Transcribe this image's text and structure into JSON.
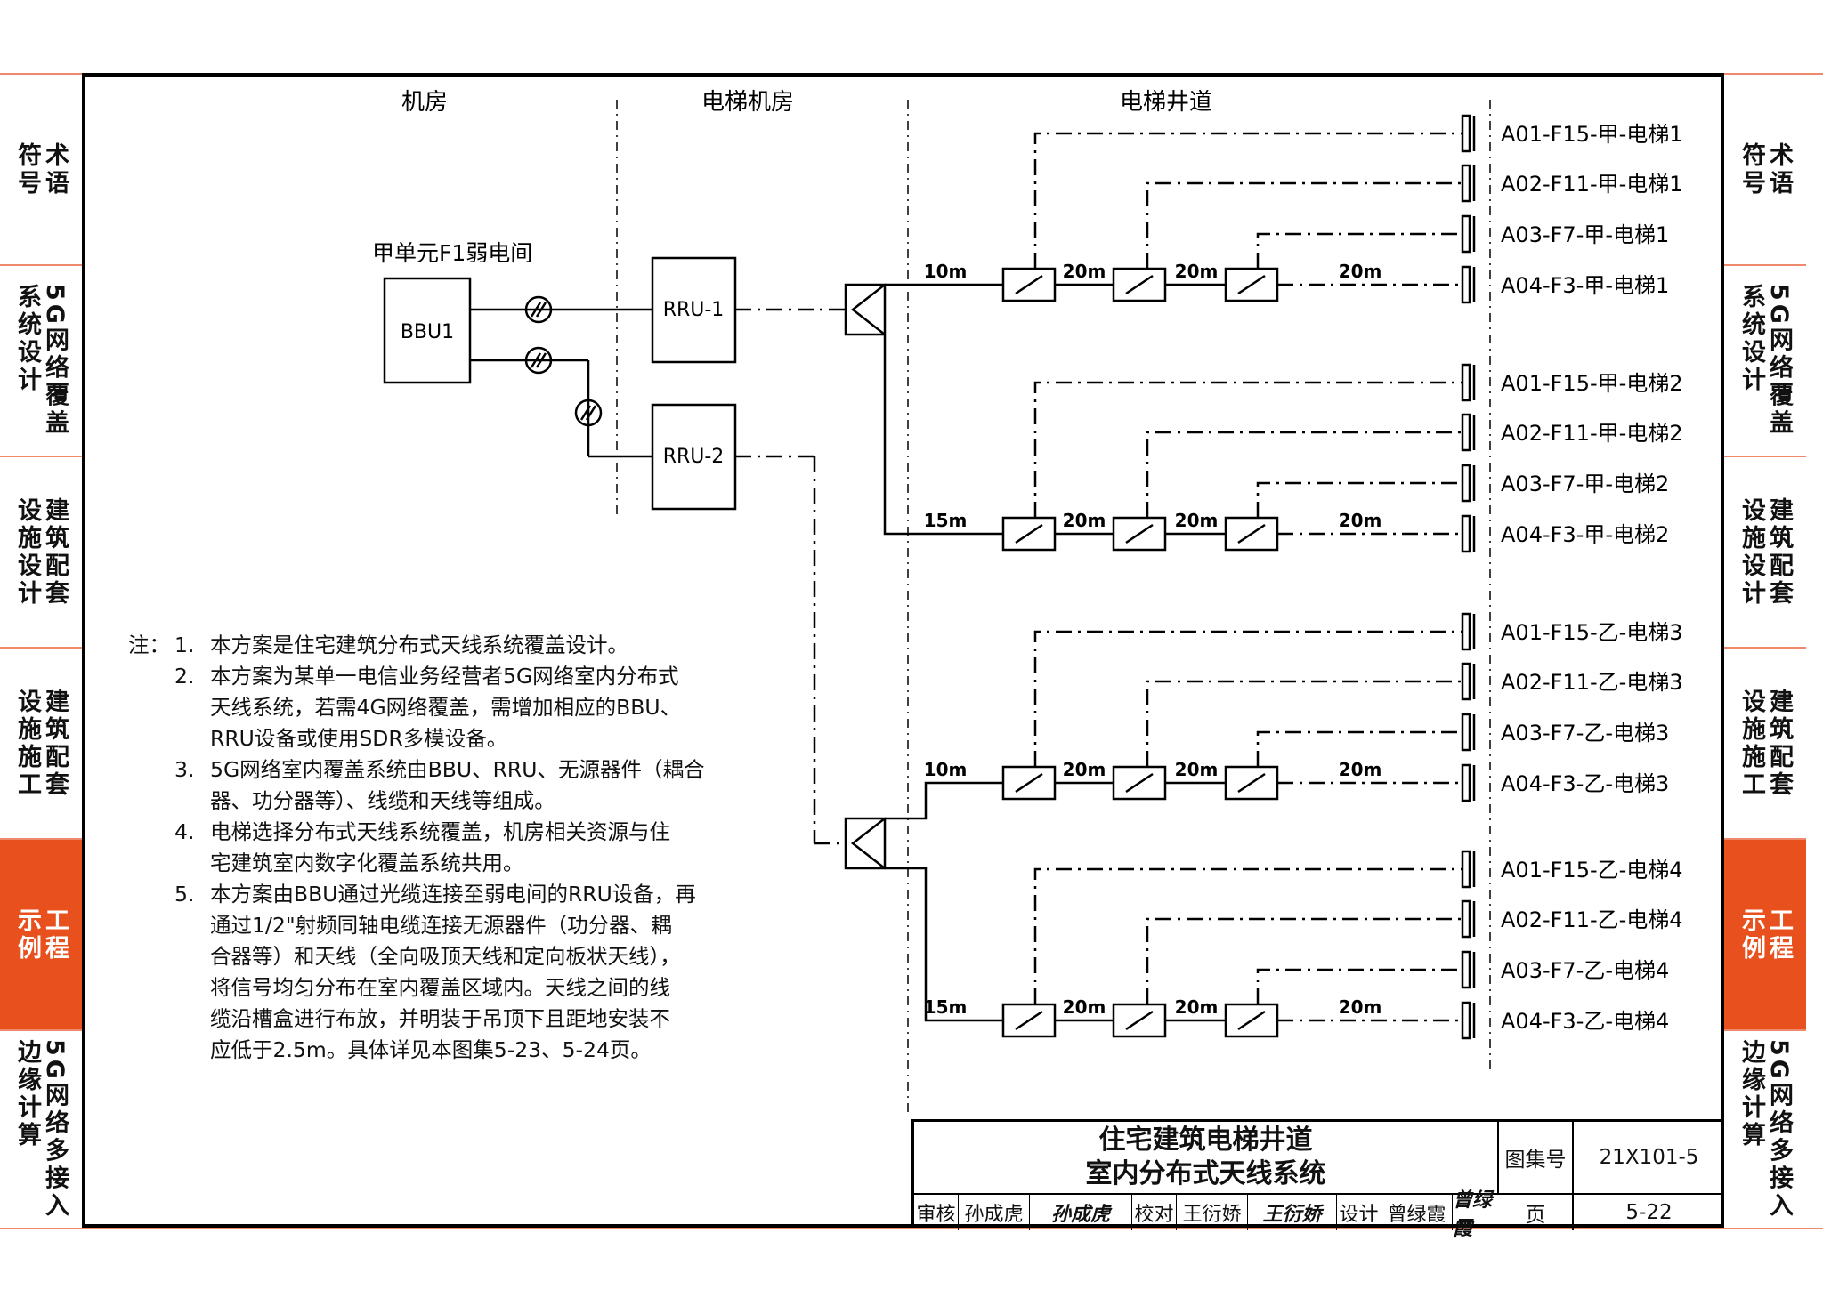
{
  "sidebar_left": [
    {
      "cols": [
        "术语",
        "符号"
      ],
      "active": false
    },
    {
      "cols": [
        "5G网络覆盖",
        "系统设计"
      ],
      "active": false
    },
    {
      "cols": [
        "建筑配套",
        "设施设计"
      ],
      "active": false
    },
    {
      "cols": [
        "建筑配套",
        "设施施工"
      ],
      "active": false
    },
    {
      "cols": [
        "工程",
        "示例"
      ],
      "active": true
    },
    {
      "cols": [
        "5G网络多接入",
        "边缘计算"
      ],
      "active": false
    }
  ],
  "sidebar_right": [
    {
      "cols": [
        "术语",
        "符号"
      ],
      "active": false
    },
    {
      "cols": [
        "5G网络覆盖",
        "系统设计"
      ],
      "active": false
    },
    {
      "cols": [
        "建筑配套",
        "设施设计"
      ],
      "active": false
    },
    {
      "cols": [
        "建筑配套",
        "设施施工"
      ],
      "active": false
    },
    {
      "cols": [
        "工程",
        "示例"
      ],
      "active": true
    },
    {
      "cols": [
        "5G网络多接入",
        "边缘计算"
      ],
      "active": false
    }
  ],
  "diagram": {
    "zones": {
      "machine_room": "机房",
      "elevator_machine_room": "电梯机房",
      "elevator_shaft": "电梯井道"
    },
    "weak_room_label": "甲单元F1弱电间",
    "bbu": "BBU1",
    "rru1": "RRU-1",
    "rru2": "RRU-2",
    "groups": [
      {
        "first": "10m",
        "spans": [
          "20m",
          "20m",
          "20m"
        ],
        "antennas": [
          "A01-F15-甲-电梯1",
          "A02-F11-甲-电梯1",
          "A03-F7-甲-电梯1",
          "A04-F3-甲-电梯1"
        ]
      },
      {
        "first": "15m",
        "spans": [
          "20m",
          "20m",
          "20m"
        ],
        "antennas": [
          "A01-F15-甲-电梯2",
          "A02-F11-甲-电梯2",
          "A03-F7-甲-电梯2",
          "A04-F3-甲-电梯2"
        ]
      },
      {
        "first": "10m",
        "spans": [
          "20m",
          "20m",
          "20m"
        ],
        "antennas": [
          "A01-F15-乙-电梯3",
          "A02-F11-乙-电梯3",
          "A03-F7-乙-电梯3",
          "A04-F3-乙-电梯3"
        ]
      },
      {
        "first": "15m",
        "spans": [
          "20m",
          "20m",
          "20m"
        ],
        "antennas": [
          "A01-F15-乙-电梯4",
          "A02-F11-乙-电梯4",
          "A03-F7-乙-电梯4",
          "A04-F3-乙-电梯4"
        ]
      }
    ]
  },
  "notes": {
    "label": "注：",
    "items": [
      {
        "num": "1.",
        "lines": [
          "本方案是住宅建筑分布式天线系统覆盖设计。"
        ]
      },
      {
        "num": "2.",
        "lines": [
          "本方案为某单一电信业务经营者5G网络室内分布式",
          "天线系统，若需4G网络覆盖，需增加相应的BBU、",
          "RRU设备或使用SDR多模设备。"
        ]
      },
      {
        "num": "3.",
        "lines": [
          "5G网络室内覆盖系统由BBU、RRU、无源器件（耦合",
          "器、功分器等）、线缆和天线等组成。"
        ]
      },
      {
        "num": "4.",
        "lines": [
          "电梯选择分布式天线系统覆盖，机房相关资源与住",
          "宅建筑室内数字化覆盖系统共用。"
        ]
      },
      {
        "num": "5.",
        "lines": [
          "本方案由BBU通过光缆连接至弱电间的RRU设备，再",
          "通过1/2\"射频同轴电缆连接无源器件（功分器、耦",
          "合器等）和天线（全向吸顶天线和定向板状天线），",
          "将信号均匀分布在室内覆盖区域内。天线之间的线",
          "缆沿槽盒进行布放，并明装于吊顶下且距地安装不",
          "应低于2.5m。具体详见本图集5-23、5-24页。"
        ]
      }
    ]
  },
  "title_block": {
    "title_line1": "住宅建筑电梯井道",
    "title_line2": "室内分布式天线系统",
    "atlas_label": "图集号",
    "atlas_no": "21X101-5",
    "page_label": "页",
    "page_no": "5-22",
    "review_label": "审核",
    "reviewer": "孙成虎",
    "reviewer_sig": "孙成虎",
    "check_label": "校对",
    "checker": "王衍娇",
    "checker_sig": "王衍娇",
    "design_label": "设计",
    "designer": "曾绿霞",
    "designer_sig": "曾绿霞"
  }
}
